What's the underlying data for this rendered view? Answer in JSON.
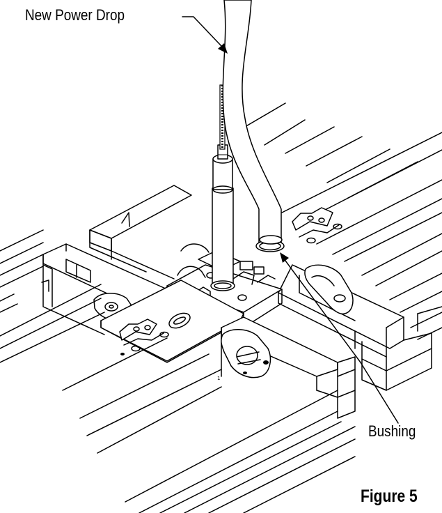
{
  "figure": {
    "label": "Figure 5",
    "callouts": {
      "power_drop": "New Power Drop",
      "bushing": "Bushing"
    }
  },
  "colors": {
    "line": "#000000",
    "background": "#ffffff"
  }
}
